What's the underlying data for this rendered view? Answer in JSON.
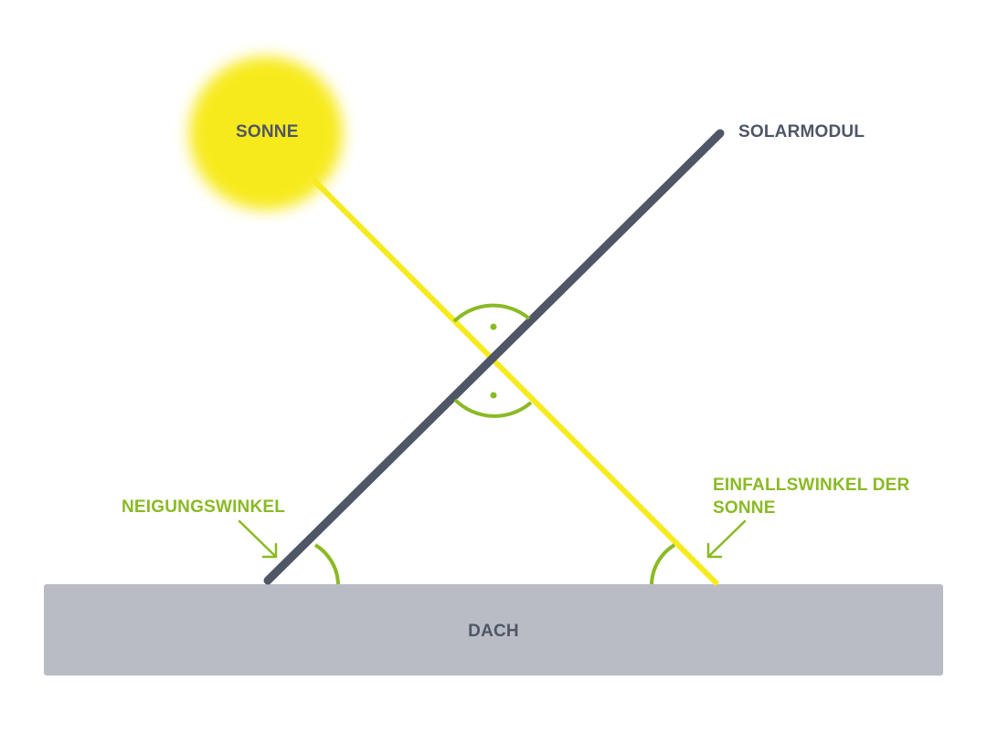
{
  "labels": {
    "sun": "SONNE",
    "solar_panel": "SOLARMODUL",
    "tilt_angle": "NEIGUNGSWINKEL",
    "incidence_angle": "EINFALLSWINKEL DER SONNE",
    "roof": "DACH"
  },
  "colors": {
    "sun": "#f7ea1e",
    "sun_ray": "#f7ea1e",
    "solar_panel": "#4f5666",
    "roof": "#b9bcc4",
    "angle_marks": "#8aba24",
    "label_dark": "#4f5666",
    "label_green": "#8aba24",
    "background": "#ffffff"
  },
  "angles": {
    "sun_ray_to_panel_deg": 90,
    "right_angle_markers": true
  }
}
